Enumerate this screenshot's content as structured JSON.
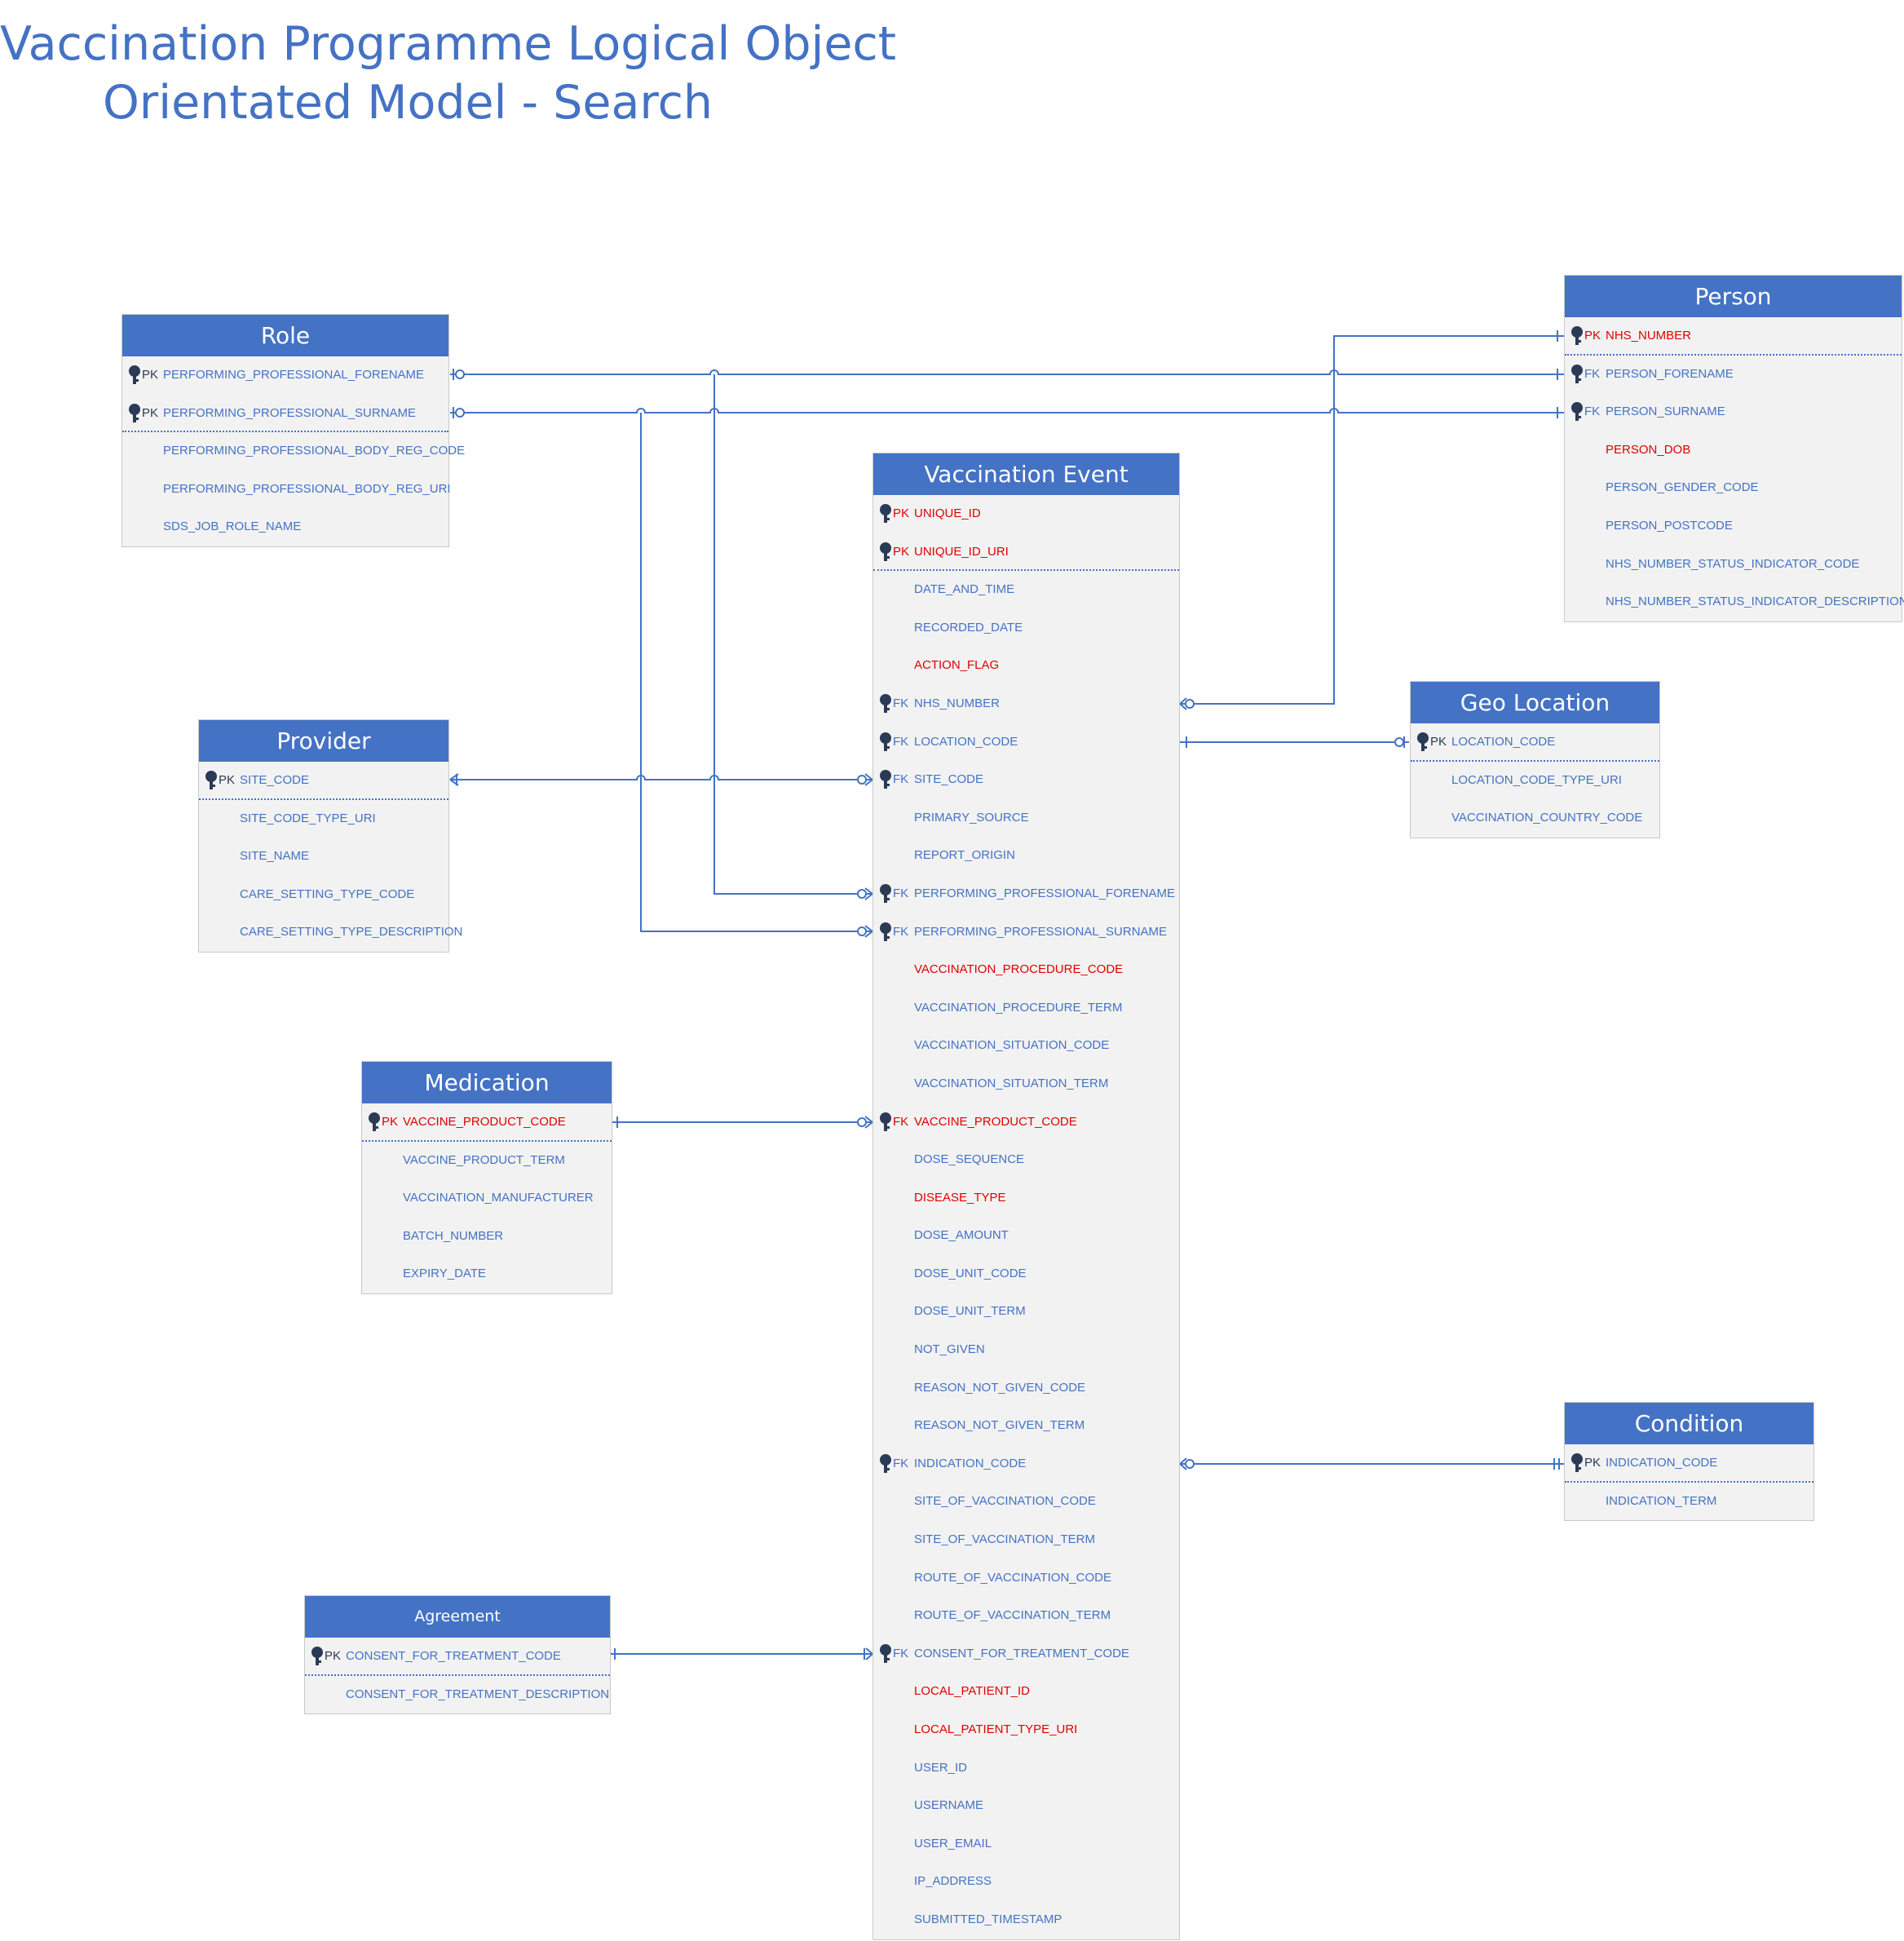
{
  "title": {
    "line1": "Vaccination Programme Logical Object",
    "line2": "Orientated Model - Search"
  },
  "colors": {
    "accent": "#4472c4",
    "required": "#e00000",
    "panel": "#f2f2f2"
  },
  "icons": {
    "key": "key-icon"
  },
  "entities": {
    "role": {
      "name": "Role",
      "rows": [
        {
          "kind": "PK",
          "name": "PERFORMING_PROFESSIONAL_FORENAME"
        },
        {
          "kind": "PK",
          "name": "PERFORMING_PROFESSIONAL_SURNAME"
        },
        {
          "kind": "",
          "name": "PERFORMING_PROFESSIONAL_BODY_REG_CODE"
        },
        {
          "kind": "",
          "name": "PERFORMING_PROFESSIONAL_BODY_REG_URI"
        },
        {
          "kind": "",
          "name": "SDS_JOB_ROLE_NAME"
        }
      ]
    },
    "provider": {
      "name": "Provider",
      "rows": [
        {
          "kind": "PK",
          "name": "SITE_CODE"
        },
        {
          "kind": "",
          "name": "SITE_CODE_TYPE_URI"
        },
        {
          "kind": "",
          "name": "SITE_NAME"
        },
        {
          "kind": "",
          "name": "CARE_SETTING_TYPE_CODE"
        },
        {
          "kind": "",
          "name": "CARE_SETTING_TYPE_DESCRIPTION"
        }
      ]
    },
    "medication": {
      "name": "Medication",
      "rows": [
        {
          "kind": "PK",
          "name": "VACCINE_PRODUCT_CODE"
        },
        {
          "kind": "",
          "name": "VACCINE_PRODUCT_TERM"
        },
        {
          "kind": "",
          "name": "VACCINATION_MANUFACTURER"
        },
        {
          "kind": "",
          "name": "BATCH_NUMBER"
        },
        {
          "kind": "",
          "name": "EXPIRY_DATE"
        }
      ]
    },
    "agreement": {
      "name": "Agreement",
      "rows": [
        {
          "kind": "PK",
          "name": "CONSENT_FOR_TREATMENT_CODE"
        },
        {
          "kind": "",
          "name": "CONSENT_FOR_TREATMENT_DESCRIPTION"
        }
      ]
    },
    "vaccination_event": {
      "name": "Vaccination Event",
      "rows": [
        {
          "kind": "PK",
          "name": "UNIQUE_ID"
        },
        {
          "kind": "PK",
          "name": "UNIQUE_ID_URI"
        },
        {
          "kind": "",
          "name": "DATE_AND_TIME"
        },
        {
          "kind": "",
          "name": "RECORDED_DATE"
        },
        {
          "kind": "",
          "name": "ACTION_FLAG"
        },
        {
          "kind": "FK",
          "name": "NHS_NUMBER"
        },
        {
          "kind": "FK",
          "name": "LOCATION_CODE"
        },
        {
          "kind": "FK",
          "name": "SITE_CODE"
        },
        {
          "kind": "",
          "name": "PRIMARY_SOURCE"
        },
        {
          "kind": "",
          "name": "REPORT_ORIGIN"
        },
        {
          "kind": "FK",
          "name": "PERFORMING_PROFESSIONAL_FORENAME"
        },
        {
          "kind": "FK",
          "name": "PERFORMING_PROFESSIONAL_SURNAME"
        },
        {
          "kind": "",
          "name": "VACCINATION_PROCEDURE_CODE"
        },
        {
          "kind": "",
          "name": "VACCINATION_PROCEDURE_TERM"
        },
        {
          "kind": "",
          "name": "VACCINATION_SITUATION_CODE"
        },
        {
          "kind": "",
          "name": "VACCINATION_SITUATION_TERM"
        },
        {
          "kind": "FK",
          "name": "VACCINE_PRODUCT_CODE"
        },
        {
          "kind": "",
          "name": "DOSE_SEQUENCE"
        },
        {
          "kind": "",
          "name": "DISEASE_TYPE"
        },
        {
          "kind": "",
          "name": "DOSE_AMOUNT"
        },
        {
          "kind": "",
          "name": "DOSE_UNIT_CODE"
        },
        {
          "kind": "",
          "name": "DOSE_UNIT_TERM"
        },
        {
          "kind": "",
          "name": "NOT_GIVEN"
        },
        {
          "kind": "",
          "name": "REASON_NOT_GIVEN_CODE"
        },
        {
          "kind": "",
          "name": "REASON_NOT_GIVEN_TERM"
        },
        {
          "kind": "FK",
          "name": "INDICATION_CODE"
        },
        {
          "kind": "",
          "name": "SITE_OF_VACCINATION_CODE"
        },
        {
          "kind": "",
          "name": "SITE_OF_VACCINATION_TERM"
        },
        {
          "kind": "",
          "name": "ROUTE_OF_VACCINATION_CODE"
        },
        {
          "kind": "",
          "name": "ROUTE_OF_VACCINATION_TERM"
        },
        {
          "kind": "FK",
          "name": "CONSENT_FOR_TREATMENT_CODE"
        },
        {
          "kind": "",
          "name": "LOCAL_PATIENT_ID"
        },
        {
          "kind": "",
          "name": "LOCAL_PATIENT_TYPE_URI"
        },
        {
          "kind": "",
          "name": "USER_ID"
        },
        {
          "kind": "",
          "name": "USERNAME"
        },
        {
          "kind": "",
          "name": "USER_EMAIL"
        },
        {
          "kind": "",
          "name": "IP_ADDRESS"
        },
        {
          "kind": "",
          "name": "SUBMITTED_TIMESTAMP"
        }
      ]
    },
    "person": {
      "name": "Person",
      "rows": [
        {
          "kind": "PK",
          "name": "NHS_NUMBER"
        },
        {
          "kind": "FK",
          "name": "PERSON_FORENAME"
        },
        {
          "kind": "FK",
          "name": "PERSON_SURNAME"
        },
        {
          "kind": "",
          "name": "PERSON_DOB"
        },
        {
          "kind": "",
          "name": "PERSON_GENDER_CODE"
        },
        {
          "kind": "",
          "name": "PERSON_POSTCODE"
        },
        {
          "kind": "",
          "name": "NHS_NUMBER_STATUS_INDICATOR_CODE"
        },
        {
          "kind": "",
          "name": "NHS_NUMBER_STATUS_INDICATOR_DESCRIPTION"
        }
      ]
    },
    "geo_location": {
      "name": "Geo Location",
      "rows": [
        {
          "kind": "PK",
          "name": "LOCATION_CODE"
        },
        {
          "kind": "",
          "name": "LOCATION_CODE_TYPE_URI"
        },
        {
          "kind": "",
          "name": "VACCINATION_COUNTRY_CODE"
        }
      ]
    },
    "condition": {
      "name": "Condition",
      "rows": [
        {
          "kind": "PK",
          "name": "INDICATION_CODE"
        },
        {
          "kind": "",
          "name": "INDICATION_TERM"
        }
      ]
    }
  }
}
